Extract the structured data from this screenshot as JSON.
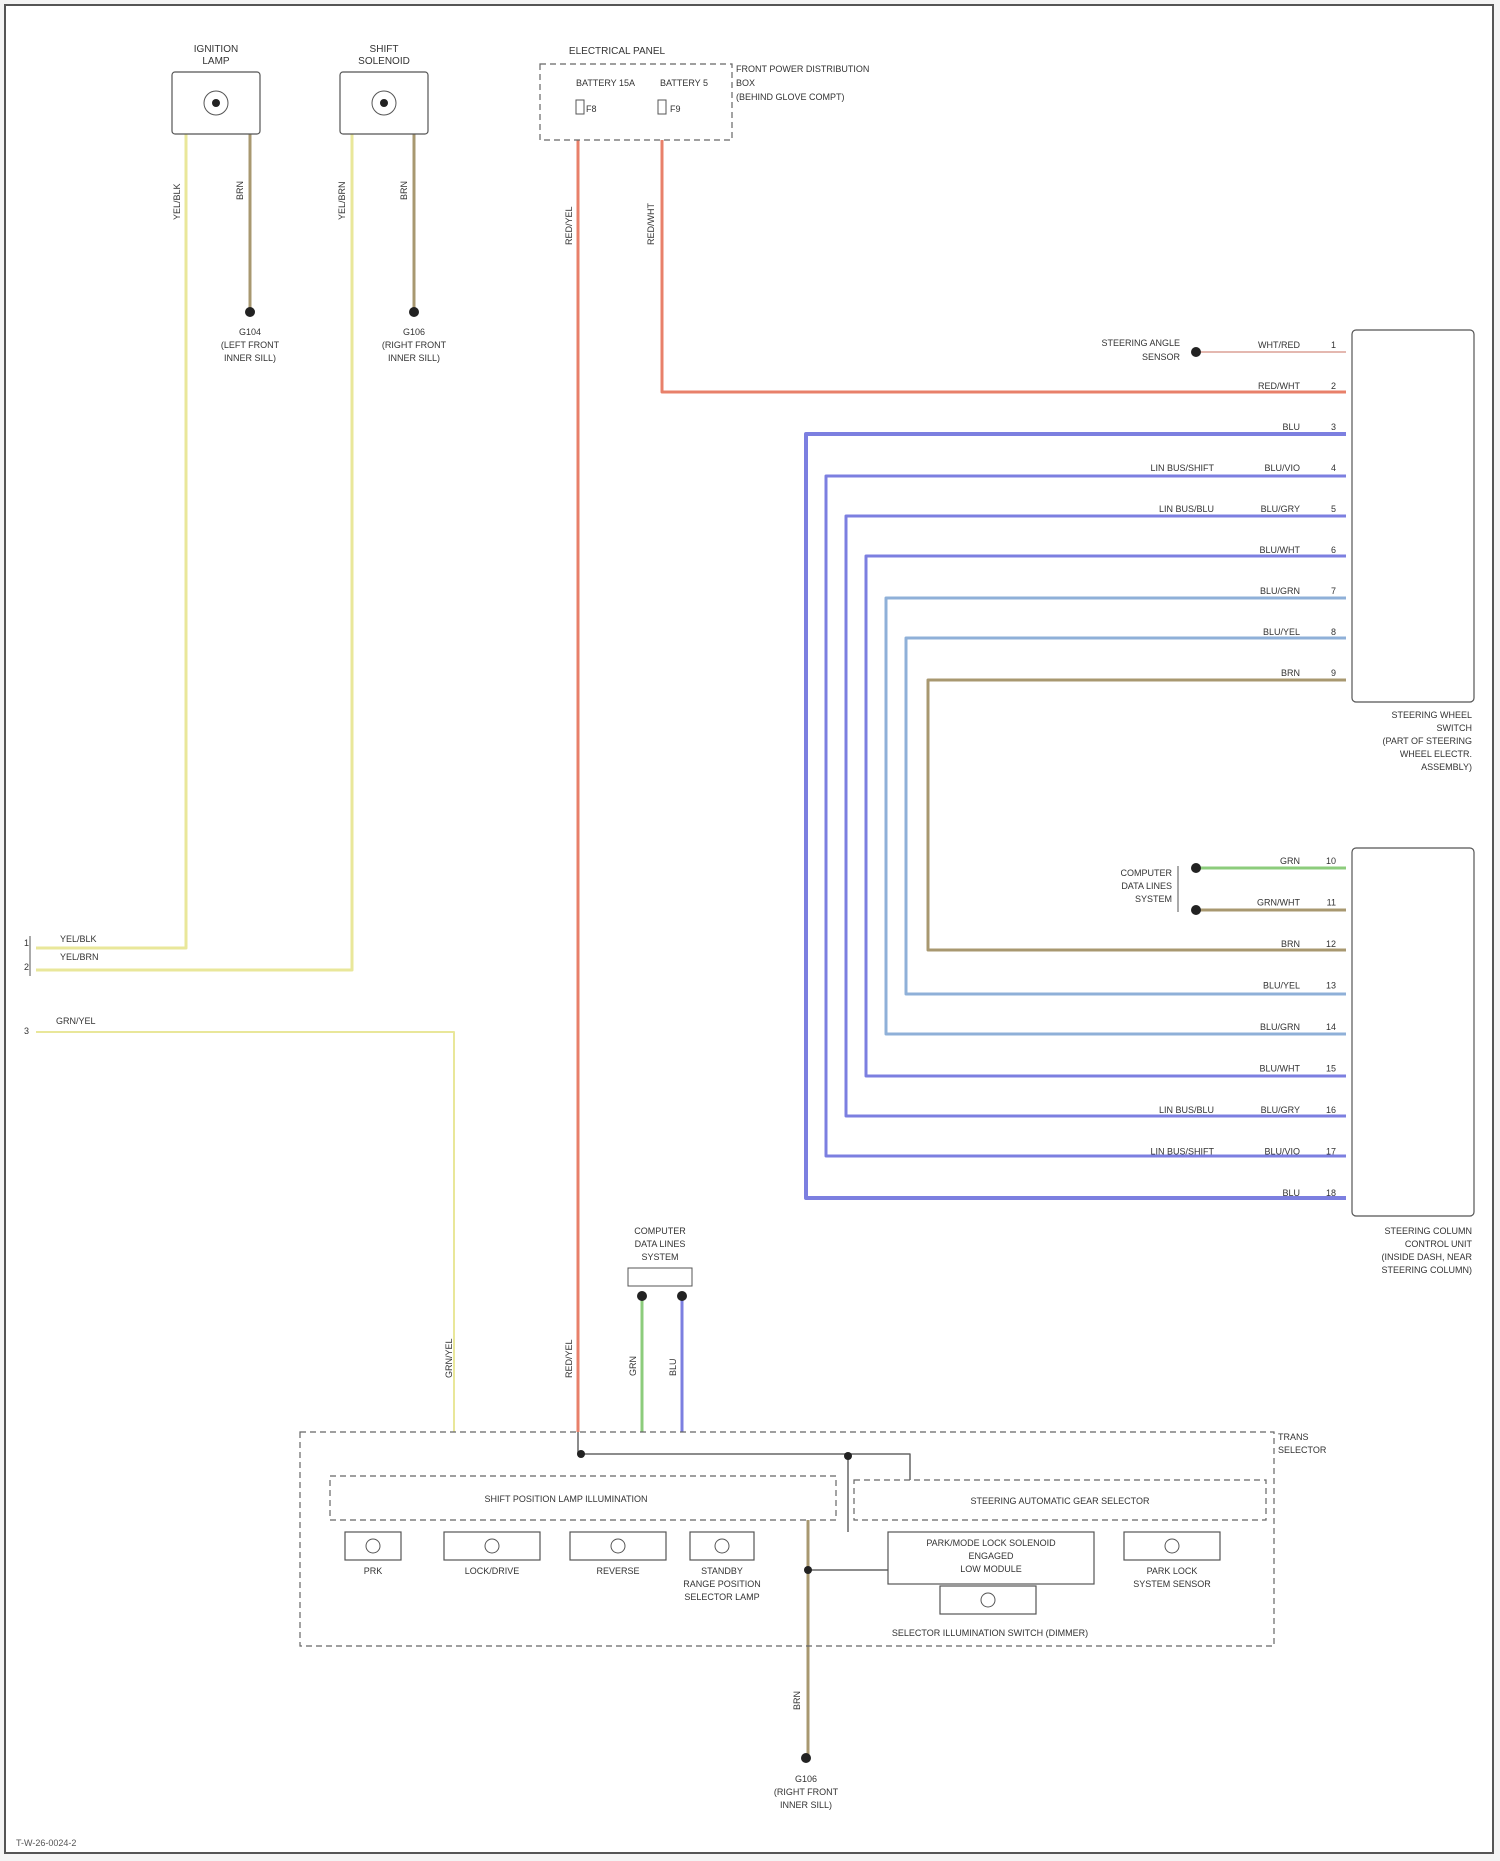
{
  "components": {
    "ignition_coil_left": [
      "IGNITION",
      "LAMP"
    ],
    "ignition_coil_right": [
      "SHIFT",
      "SOLENOID"
    ],
    "fuse_block_title": "ELECTRICAL PANEL",
    "fuse_block_note": [
      "FRONT POWER DISTRIBUTION",
      "BOX",
      "(BEHIND GLOVE COMPT)"
    ],
    "fuse_a": [
      "BATTERY 15A",
      "F8"
    ],
    "fuse_b": [
      "BATTERY 5",
      "F9"
    ],
    "ground_left": [
      "G104",
      "(LEFT FRONT",
      "INNER SILL)"
    ],
    "ground_right": [
      "G106",
      "(RIGHT FRONT",
      "INNER SILL)"
    ],
    "ground_bottom": [
      "G106",
      "(RIGHT FRONT",
      "INNER SILL)"
    ],
    "steering_angle_sensor": [
      "STEERING ANGLE",
      "SENSOR"
    ],
    "module_upper": [
      "STEERING WHEEL",
      "SWITCH",
      "(PART OF STEERING",
      "WHEEL ELECTR.",
      "ASSEMBLY)"
    ],
    "module_lower": [
      "STEERING COLUMN",
      "CONTROL UNIT",
      "(INSIDE DASH, NEAR",
      "STEERING COLUMN)"
    ],
    "can_system_mid": [
      "COMPUTER",
      "DATA LINES",
      "SYSTEM"
    ],
    "can_system_bottom": [
      "COMPUTER",
      "DATA LINES",
      "SYSTEM"
    ],
    "bottom_module_title": [
      "TRANS",
      "SELECTOR"
    ],
    "internal_block_left": "SHIFT POSITION LAMP ILLUMINATION",
    "internal_block_right": "STEERING AUTOMATIC GEAR SELECTOR",
    "indicators": [
      [
        "PRK"
      ],
      [
        "LOCK/DRIVE"
      ],
      [
        "REVERSE"
      ],
      [
        "STANDBY",
        "RANGE POSITION",
        "SELECTOR LAMP"
      ],
      [
        "PARK/MODE LOCK SOLENOID",
        "ENGAGED",
        "LOW MODULE"
      ],
      [
        "PARK LOCK",
        "SYSTEM SENSOR"
      ]
    ],
    "bottom_label": "SELECTOR ILLUMINATION SWITCH (DIMMER)"
  },
  "wires": {
    "ign_left_a": "YEL/BLK",
    "ign_left_b": "BRN",
    "ign_right_a": "YEL/BRN",
    "ign_right_b": "BRN",
    "fuse_a_wire": "RED/YEL",
    "fuse_b_wire": "RED/WHT",
    "sensor_side_a": "WHT/RED",
    "sensor_side_b": "RED/WHT",
    "left_conn_1": "YEL/BLK",
    "left_conn_2": "YEL/BRN",
    "left_conn_3": "GRN/YEL",
    "bottom_a": "GRN/YEL",
    "bottom_b": "RED/YEL",
    "bottom_can_h": "GRN",
    "bottom_can_l": "BLU",
    "bottom_gnd": "BRN"
  },
  "upper_rows": [
    {
      "name": "",
      "wire": "WHT/RED",
      "pin": "1"
    },
    {
      "name": "",
      "wire": "RED/WHT",
      "pin": "2"
    },
    {
      "name": "",
      "wire": "BLU",
      "pin": "3"
    },
    {
      "name": "LIN BUS/SHIFT",
      "wire": "BLU/VIO",
      "pin": "4"
    },
    {
      "name": "LIN BUS/BLU",
      "wire": "BLU/GRY",
      "pin": "5"
    },
    {
      "name": "",
      "wire": "BLU/WHT",
      "pin": "6"
    },
    {
      "name": "",
      "wire": "BLU/GRN",
      "pin": "7"
    },
    {
      "name": "",
      "wire": "BLU/YEL",
      "pin": "8"
    },
    {
      "name": "",
      "wire": "BRN",
      "pin": "9"
    }
  ],
  "lower_rows": [
    {
      "name": "",
      "wire": "GRN",
      "pin": "10"
    },
    {
      "name": "",
      "wire": "GRN/WHT",
      "pin": "11"
    },
    {
      "name": "",
      "wire": "BRN",
      "pin": "12"
    },
    {
      "name": "",
      "wire": "BLU/YEL",
      "pin": "13"
    },
    {
      "name": "",
      "wire": "BLU/GRN",
      "pin": "14"
    },
    {
      "name": "",
      "wire": "BLU/WHT",
      "pin": "15"
    },
    {
      "name": "LIN BUS/BLU",
      "wire": "BLU/GRY",
      "pin": "16"
    },
    {
      "name": "LIN BUS/SHIFT",
      "wire": "BLU/VIO",
      "pin": "17"
    },
    {
      "name": "",
      "wire": "BLU",
      "pin": "18"
    }
  ],
  "colors": {
    "yellow": "#e9e79a",
    "red": "#e8806a",
    "blue": "#7c7fe0",
    "lightblue": "#8fb0d8",
    "green": "#8ccc7c",
    "brown": "#a89870"
  },
  "footer": "T-W-26-0024-2"
}
